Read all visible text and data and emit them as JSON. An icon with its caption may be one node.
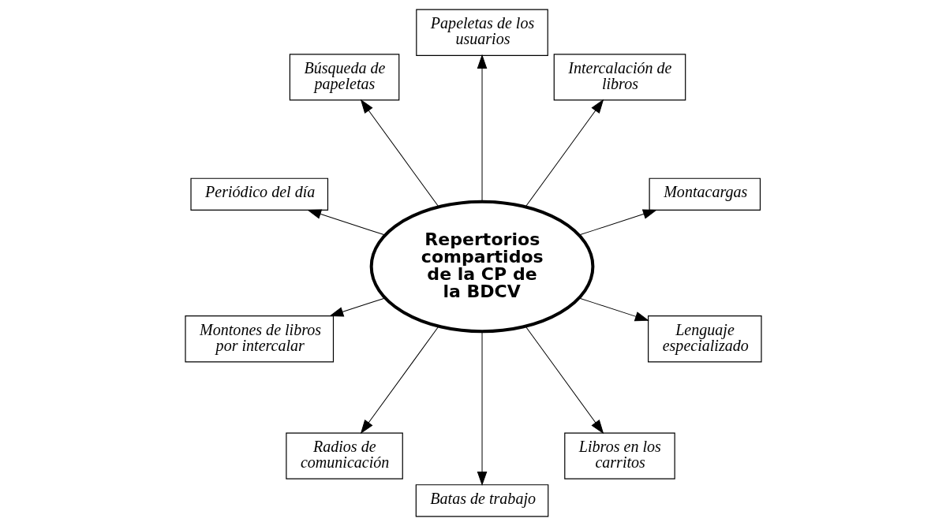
{
  "diagram": {
    "nodes": [
      {
        "text": [
          "Repertorios compartidos de la CP de la BDCV"
        ]
      },
      {
        "text": [
          "Montacargas"
        ]
      },
      {
        "text": [
          "Intercalación de libros"
        ]
      },
      {
        "text": [
          "Papeletas de los usuarios"
        ]
      },
      {
        "text": [
          "Búsqueda de papeletas"
        ]
      },
      {
        "text": [
          "Periódico del día"
        ]
      },
      {
        "text": [
          "Montones de libros por intercalar"
        ]
      },
      {
        "text": [
          "Radios de comunicación"
        ]
      },
      {
        "text": [
          "Batas de trabajo"
        ]
      },
      {
        "text": [
          "Libros en los carritos"
        ]
      },
      {
        "text": [
          "Lenguaje especializado"
        ]
      }
    ],
    "edges": [
      {
        "from": 0,
        "to": 1,
        "arrow": "to"
      },
      {
        "from": 0,
        "to": 2,
        "arrow": "to"
      },
      {
        "from": 0,
        "to": 3,
        "arrow": "to"
      },
      {
        "from": 0,
        "to": 4,
        "arrow": "to"
      },
      {
        "from": 0,
        "to": 5,
        "arrow": "to"
      },
      {
        "from": 0,
        "to": 6,
        "arrow": "to"
      },
      {
        "from": 0,
        "to": 7,
        "arrow": "to"
      },
      {
        "from": 0,
        "to": 8,
        "arrow": "to"
      },
      {
        "from": 0,
        "to": 9,
        "arrow": "to"
      },
      {
        "from": 0,
        "to": 10,
        "arrow": "to"
      }
    ]
  }
}
